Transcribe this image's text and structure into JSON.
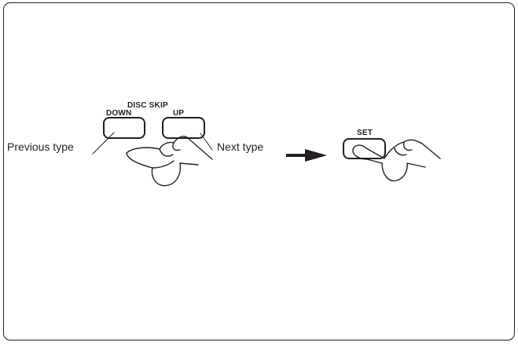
{
  "panel": {
    "group_label": "DISC SKIP",
    "down_label": "DOWN",
    "up_label": "UP",
    "set_label": "SET",
    "previous_label": "Previous type",
    "next_label": "Next type"
  },
  "colors": {
    "ink": "#231f20",
    "background": "#ffffff"
  },
  "icons": [
    "pressing-hand-icon",
    "arrow-right-icon"
  ]
}
